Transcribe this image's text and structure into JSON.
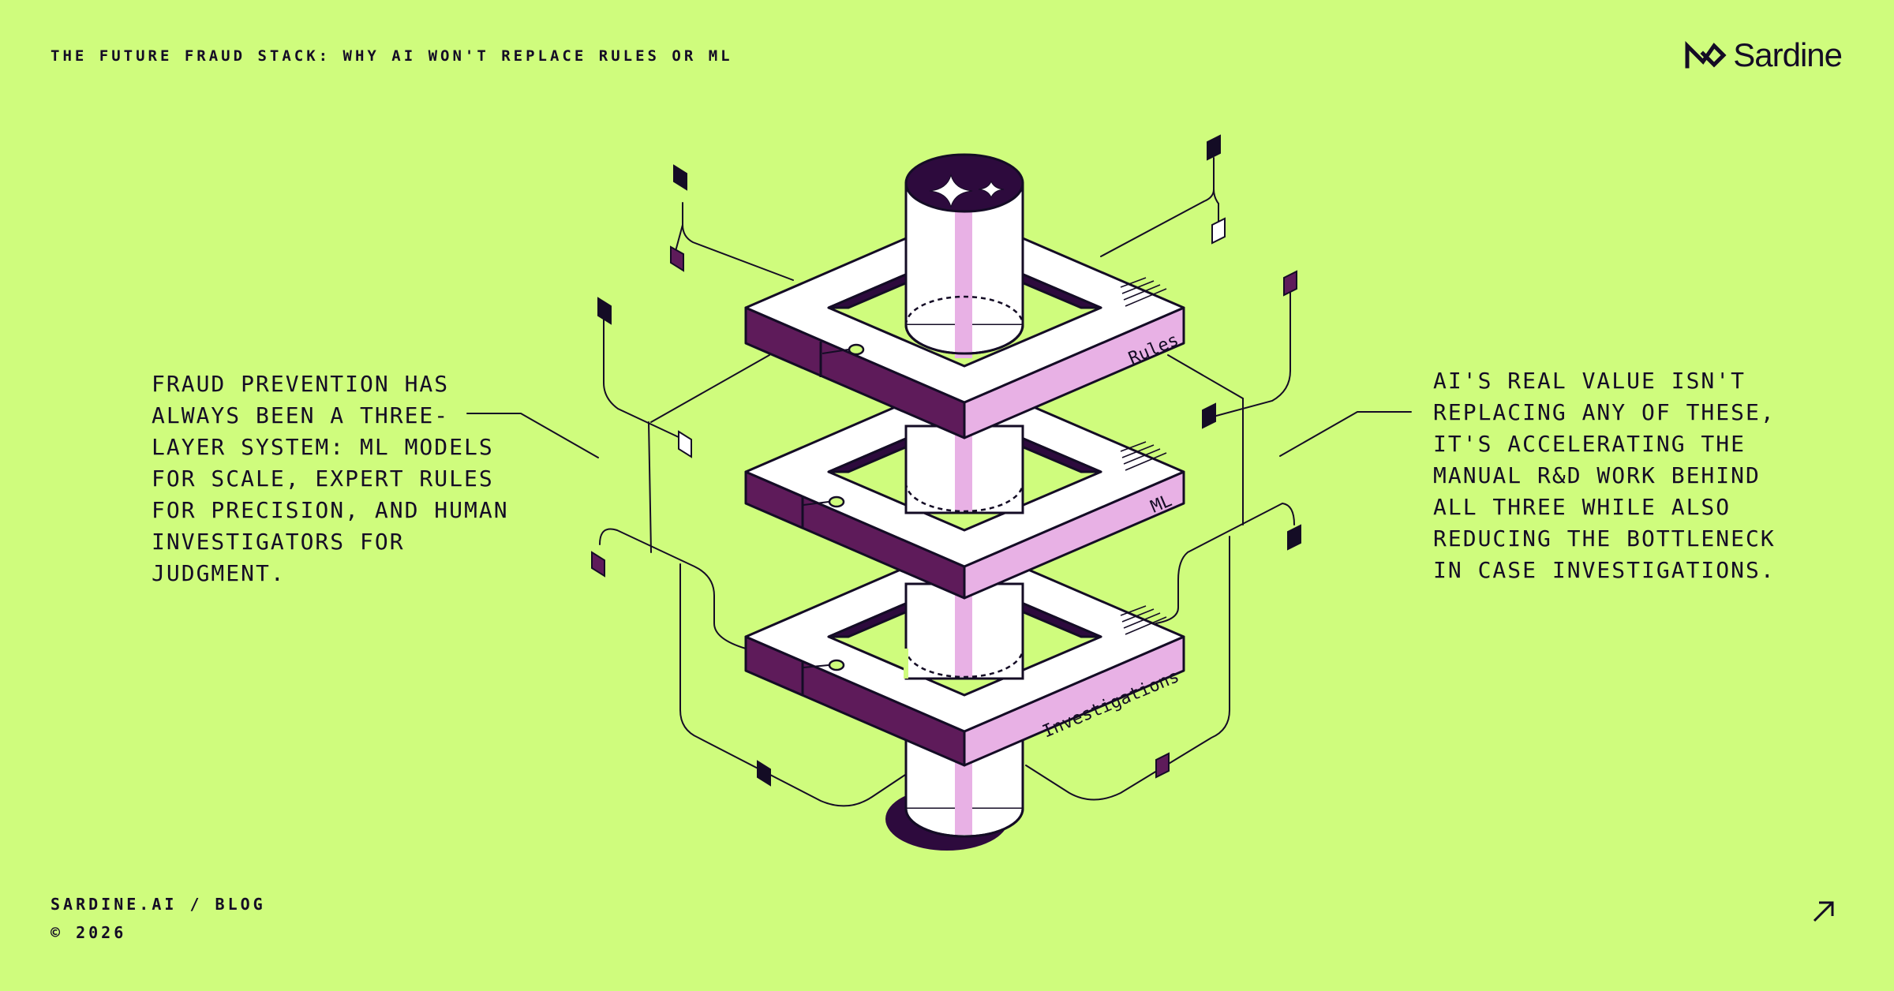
{
  "header": {
    "title": "THE FUTURE FRAUD STACK: WHY AI WON'T REPLACE RULES OR ML",
    "brand_name": "Sardine"
  },
  "left_text": "FRAUD PREVENTION HAS ALWAYS BEEN A THREE-LAYER SYSTEM: ML MODELS FOR SCALE, EXPERT RULES FOR PRECISION, AND HUMAN INVESTIGATORS FOR JUDGMENT.",
  "right_text": "AI'S REAL VALUE ISN'T REPLACING ANY OF THESE, IT'S ACCELERATING THE MANUAL R&D WORK BEHIND ALL THREE WHILE ALSO REDUCING THE BOTTLENECK IN CASE INVESTIGATIONS.",
  "diagram": {
    "layers": [
      {
        "label": "Rules"
      },
      {
        "label": "ML"
      },
      {
        "label": "Investigations"
      }
    ]
  },
  "footer": {
    "site": "SARDINE.AI / BLOG",
    "copyright": "© 2026"
  },
  "colors": {
    "background": "#cffc7d",
    "ink": "#140c25",
    "dark_purple": "#5e1b5a",
    "light_pink": "#e8b1e5",
    "white": "#ffffff"
  },
  "icons": {
    "logo": "sardine-logo-icon",
    "sparkle": "sparkle-icon",
    "external_link": "arrow-up-right-icon"
  }
}
